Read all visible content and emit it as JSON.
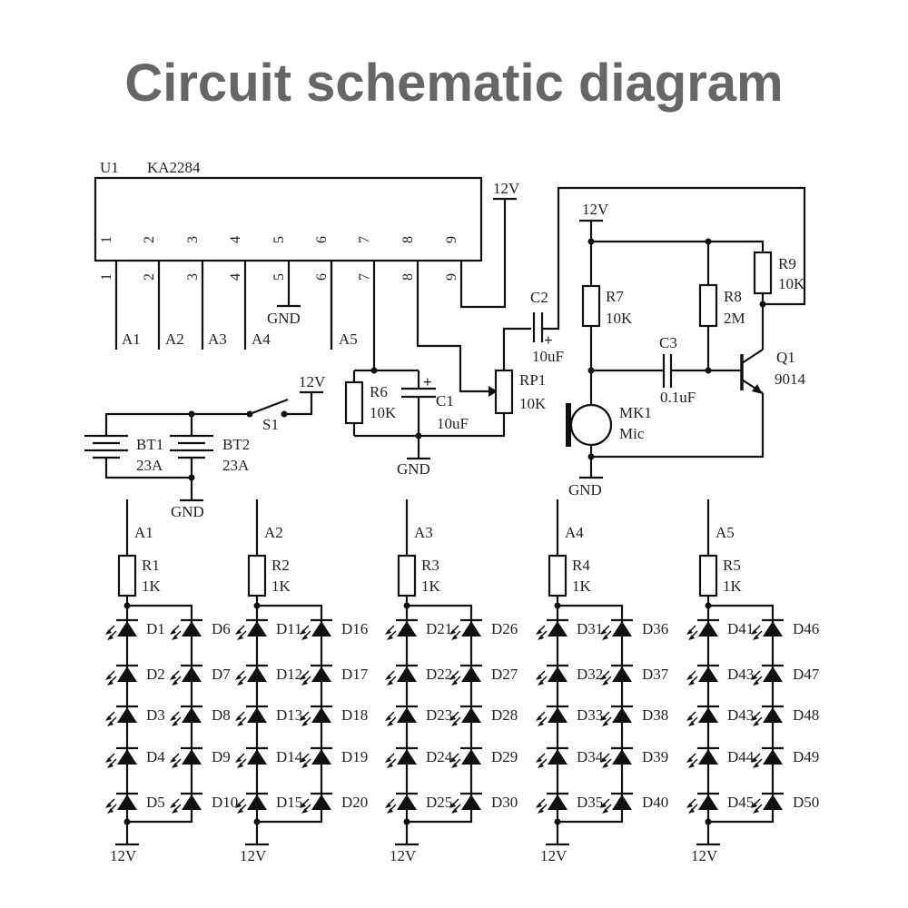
{
  "title": "Circuit schematic diagram",
  "ic": {
    "ref": "U1",
    "part": "KA2284",
    "pins": [
      "1",
      "2",
      "3",
      "4",
      "5",
      "6",
      "7",
      "8",
      "9"
    ]
  },
  "net_labels": {
    "A1": "A1",
    "A2": "A2",
    "A3": "A3",
    "A4": "A4",
    "A5": "A5",
    "gnd": "GND",
    "v12": "12V"
  },
  "components": {
    "r6": {
      "ref": "R6",
      "value": "10K"
    },
    "c1": {
      "ref": "C1",
      "value": "10uF",
      "polarity": "+"
    },
    "rp1": {
      "ref": "RP1",
      "value": "10K"
    },
    "c2": {
      "ref": "C2",
      "value": "10uF",
      "polarity": "+"
    },
    "r7": {
      "ref": "R7",
      "value": "10K"
    },
    "r8": {
      "ref": "R8",
      "value": "2M"
    },
    "r9": {
      "ref": "R9",
      "value": "10K"
    },
    "c3": {
      "ref": "C3",
      "value": "0.1uF"
    },
    "q1": {
      "ref": "Q1",
      "value": "9014"
    },
    "mk1": {
      "ref": "MK1",
      "value": "Mic"
    },
    "s1": {
      "ref": "S1"
    },
    "bt1": {
      "ref": "BT1",
      "value": "23A"
    },
    "bt2": {
      "ref": "BT2",
      "value": "23A"
    }
  },
  "led_groups": [
    {
      "net": "A1",
      "resistor": "R1",
      "value": "1K",
      "supply": "12V",
      "left": [
        "D1",
        "D2",
        "D3",
        "D4",
        "D5"
      ],
      "right": [
        "D6",
        "D7",
        "D8",
        "D9",
        "D10"
      ]
    },
    {
      "net": "A2",
      "resistor": "R2",
      "value": "1K",
      "supply": "12V",
      "left": [
        "D11",
        "D12",
        "D13",
        "D14",
        "D15"
      ],
      "right": [
        "D16",
        "D17",
        "D18",
        "D19",
        "D20"
      ]
    },
    {
      "net": "A3",
      "resistor": "R3",
      "value": "1K",
      "supply": "12V",
      "left": [
        "D21",
        "D22",
        "D23",
        "D24",
        "D25"
      ],
      "right": [
        "D26",
        "D27",
        "D28",
        "D29",
        "D30"
      ]
    },
    {
      "net": "A4",
      "resistor": "R4",
      "value": "1K",
      "supply": "12V",
      "left": [
        "D31",
        "D32",
        "D33",
        "D34",
        "D35"
      ],
      "right": [
        "D36",
        "D37",
        "D38",
        "D39",
        "D40"
      ]
    },
    {
      "net": "A5",
      "resistor": "R5",
      "value": "1K",
      "supply": "12V",
      "left": [
        "D41",
        "D43",
        "D43",
        "D44",
        "D45"
      ],
      "right": [
        "D46",
        "D47",
        "D48",
        "D49",
        "D50"
      ]
    }
  ]
}
